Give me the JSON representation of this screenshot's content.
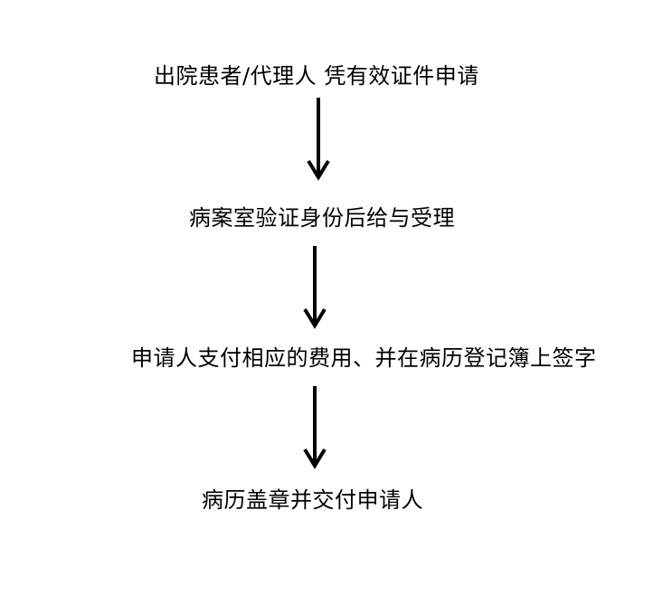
{
  "flow": {
    "steps": [
      {
        "label": "出院患者/代理人  凭有效证件申请"
      },
      {
        "label": "病案室验证身份后给与受理"
      },
      {
        "label": "申请人支付相应的费用、并在病历登记簿上签字"
      },
      {
        "label": "病历盖章并交付申请人"
      }
    ],
    "arrow_color": "#000000"
  }
}
